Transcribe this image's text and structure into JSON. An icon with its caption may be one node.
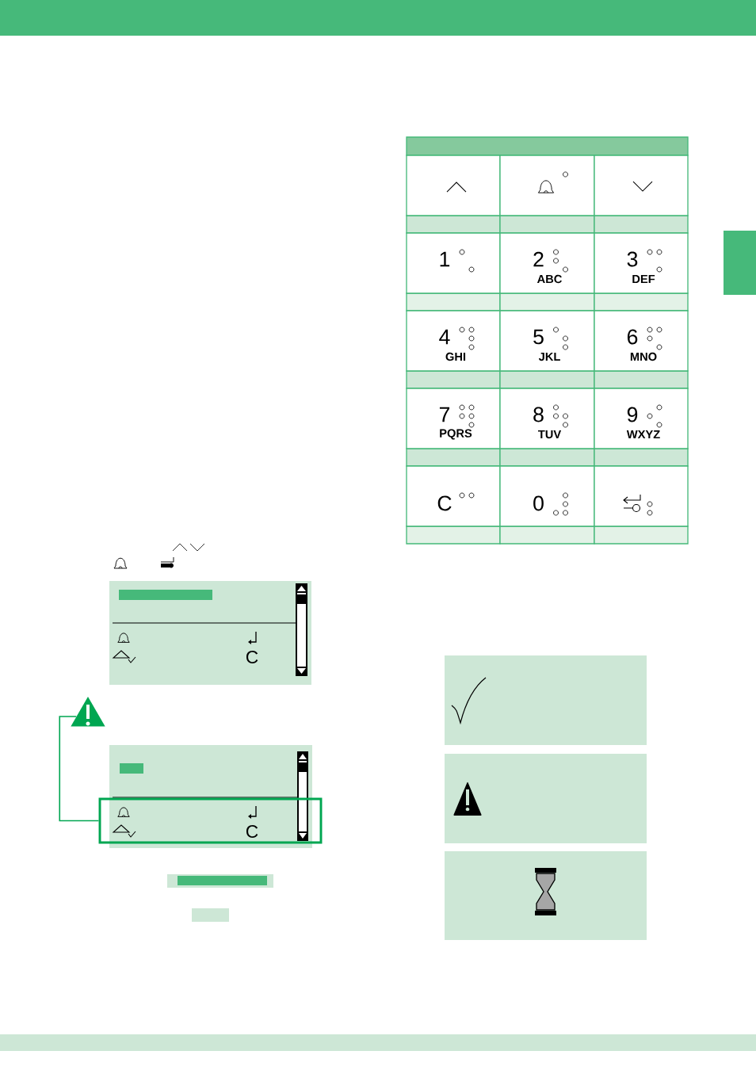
{
  "diagram": {
    "nodes": [
      {
        "text": [],
        "shape": "box"
      },
      {
        "text": [],
        "shape": "box"
      },
      {
        "text": [],
        "shape": "box"
      },
      {
        "text": [
          "1"
        ]
      },
      {
        "text": [
          "2",
          "ABC"
        ]
      },
      {
        "text": [
          "3",
          "DEF"
        ]
      },
      {
        "text": [
          "4",
          "GHI"
        ]
      },
      {
        "text": [
          "5",
          "JKL"
        ]
      },
      {
        "text": [
          "6",
          "MNO"
        ]
      },
      {
        "text": [
          "7",
          "PQRS"
        ]
      },
      {
        "text": [
          "8",
          "TUV"
        ]
      },
      {
        "text": [
          "9",
          "WXYZ"
        ]
      },
      {
        "text": [
          "C"
        ]
      },
      {
        "text": [
          "0"
        ]
      },
      {
        "text": [],
        "shape": "box"
      },
      {
        "text": [],
        "shape": "triangle"
      },
      {
        "text": [],
        "shape": "box"
      }
    ],
    "edges": [
      {
        "from": 15,
        "to": 16,
        "arrow": "none",
        "color": "#00a651"
      }
    ],
    "labels": [
      "C",
      "C"
    ]
  }
}
